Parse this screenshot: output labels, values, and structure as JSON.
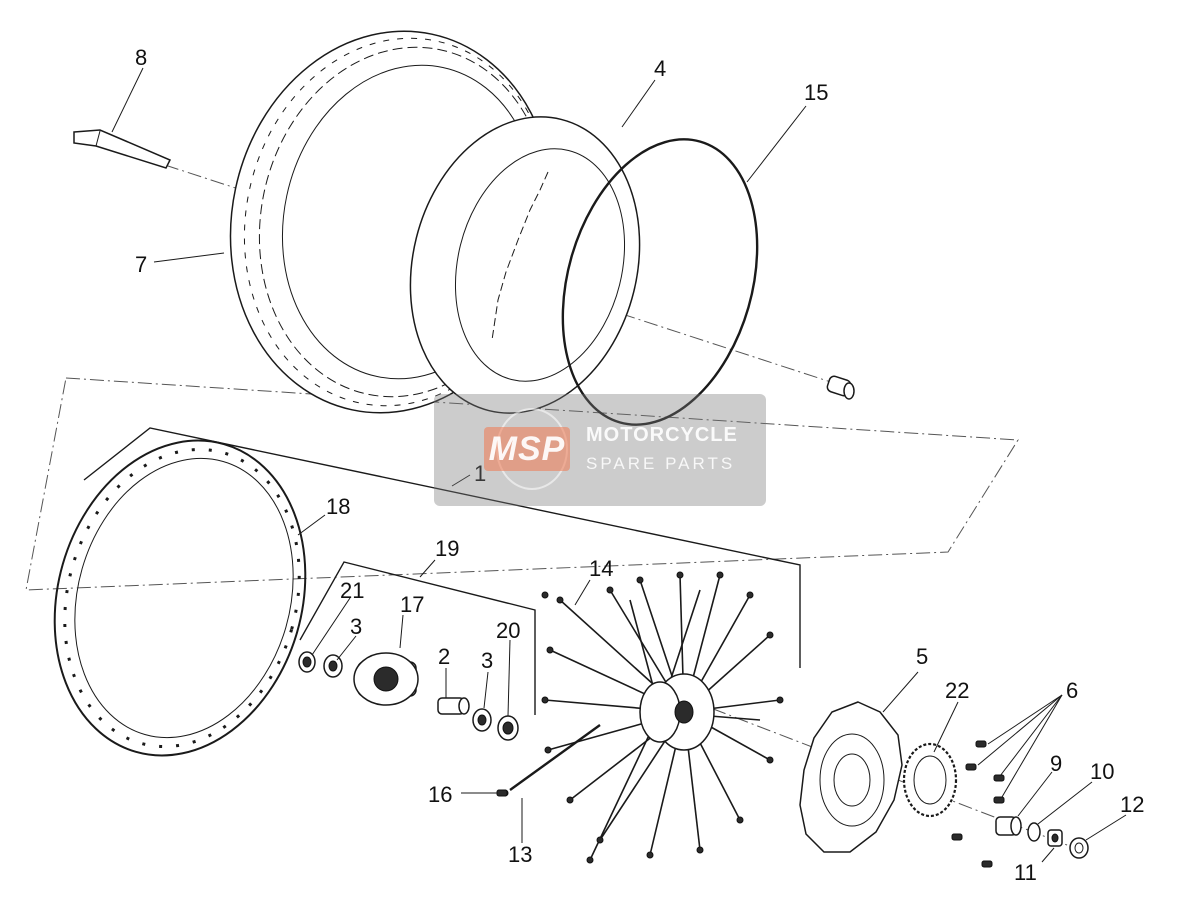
{
  "callouts": {
    "c1": "1",
    "c2": "2",
    "c3a": "3",
    "c3b": "3",
    "c4": "4",
    "c5": "5",
    "c6": "6",
    "c7": "7",
    "c8": "8",
    "c9": "9",
    "c10": "10",
    "c11": "11",
    "c12": "12",
    "c13": "13",
    "c14": "14",
    "c15": "15",
    "c16": "16",
    "c17": "17",
    "c18": "18",
    "c19": "19",
    "c20": "20",
    "c21": "21",
    "c22": "22"
  },
  "watermark": {
    "badge": "MSP",
    "line1": "MOTORCYCLE",
    "line2": "SPARE PARTS"
  }
}
